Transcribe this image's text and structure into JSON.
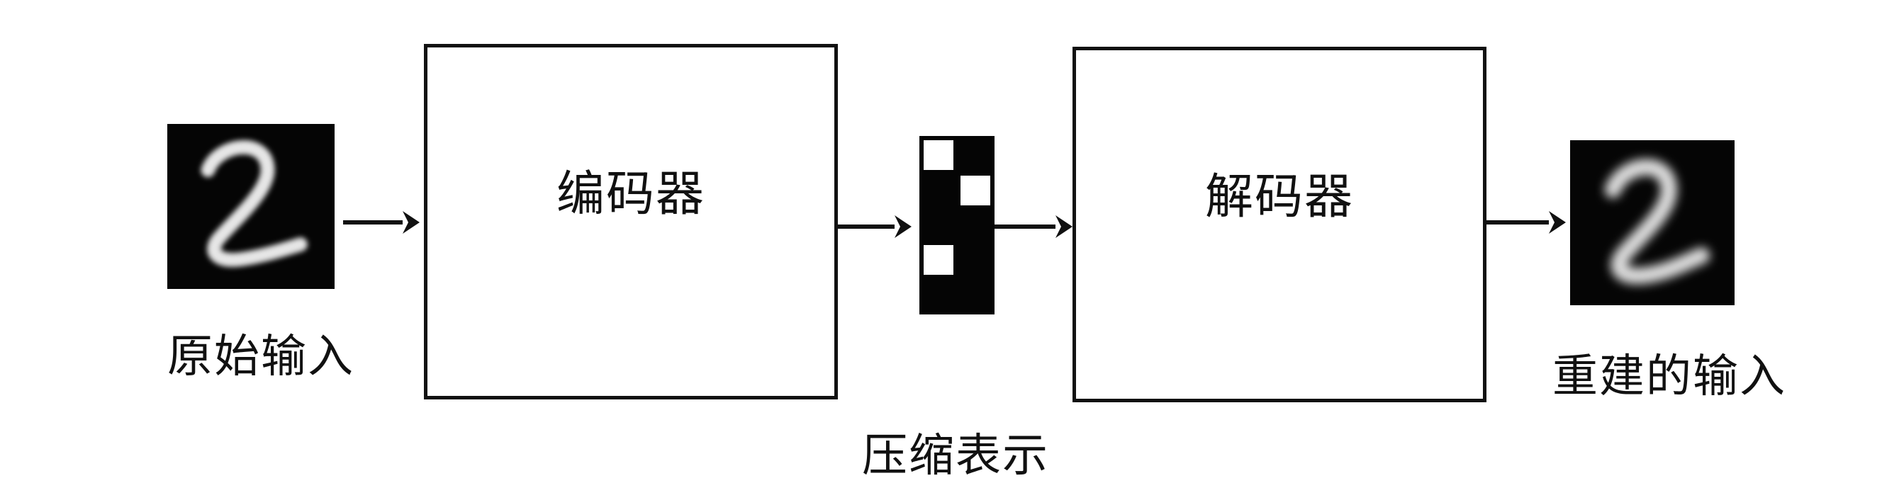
{
  "diagram": {
    "input": {
      "caption": "原始输入",
      "digit": "2"
    },
    "encoder": {
      "label": "编码器"
    },
    "code": {
      "caption": "压缩表示",
      "grid_rows": 5,
      "grid_cols": 2,
      "white_cells": [
        [
          0,
          0
        ],
        [
          1,
          1
        ],
        [
          3,
          0
        ]
      ]
    },
    "decoder": {
      "label": "解码器"
    },
    "output": {
      "caption": "重建的输入",
      "digit": "2"
    }
  }
}
